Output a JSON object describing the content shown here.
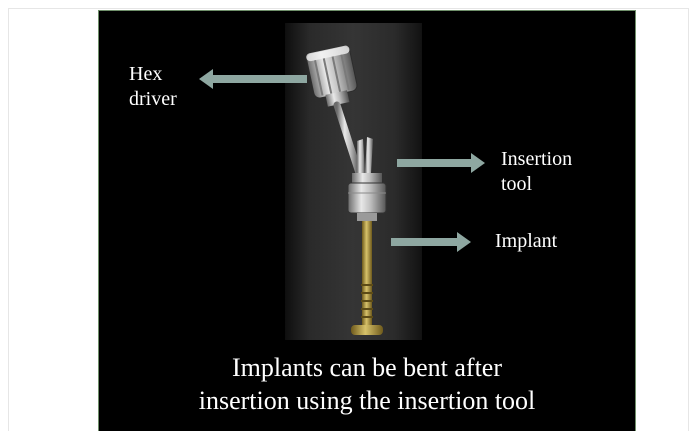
{
  "slide": {
    "labels": {
      "hex_driver": "Hex\ndriver",
      "insertion_tool": "Insertion\ntool",
      "implant": "Implant"
    },
    "caption_line1": "Implants can be bent after",
    "caption_line2": "insertion using the insertion tool"
  },
  "colors": {
    "background": "#000000",
    "text": "#ffffff",
    "arrow": "#8ea7a1",
    "implant_gold": "#b39a3a"
  }
}
